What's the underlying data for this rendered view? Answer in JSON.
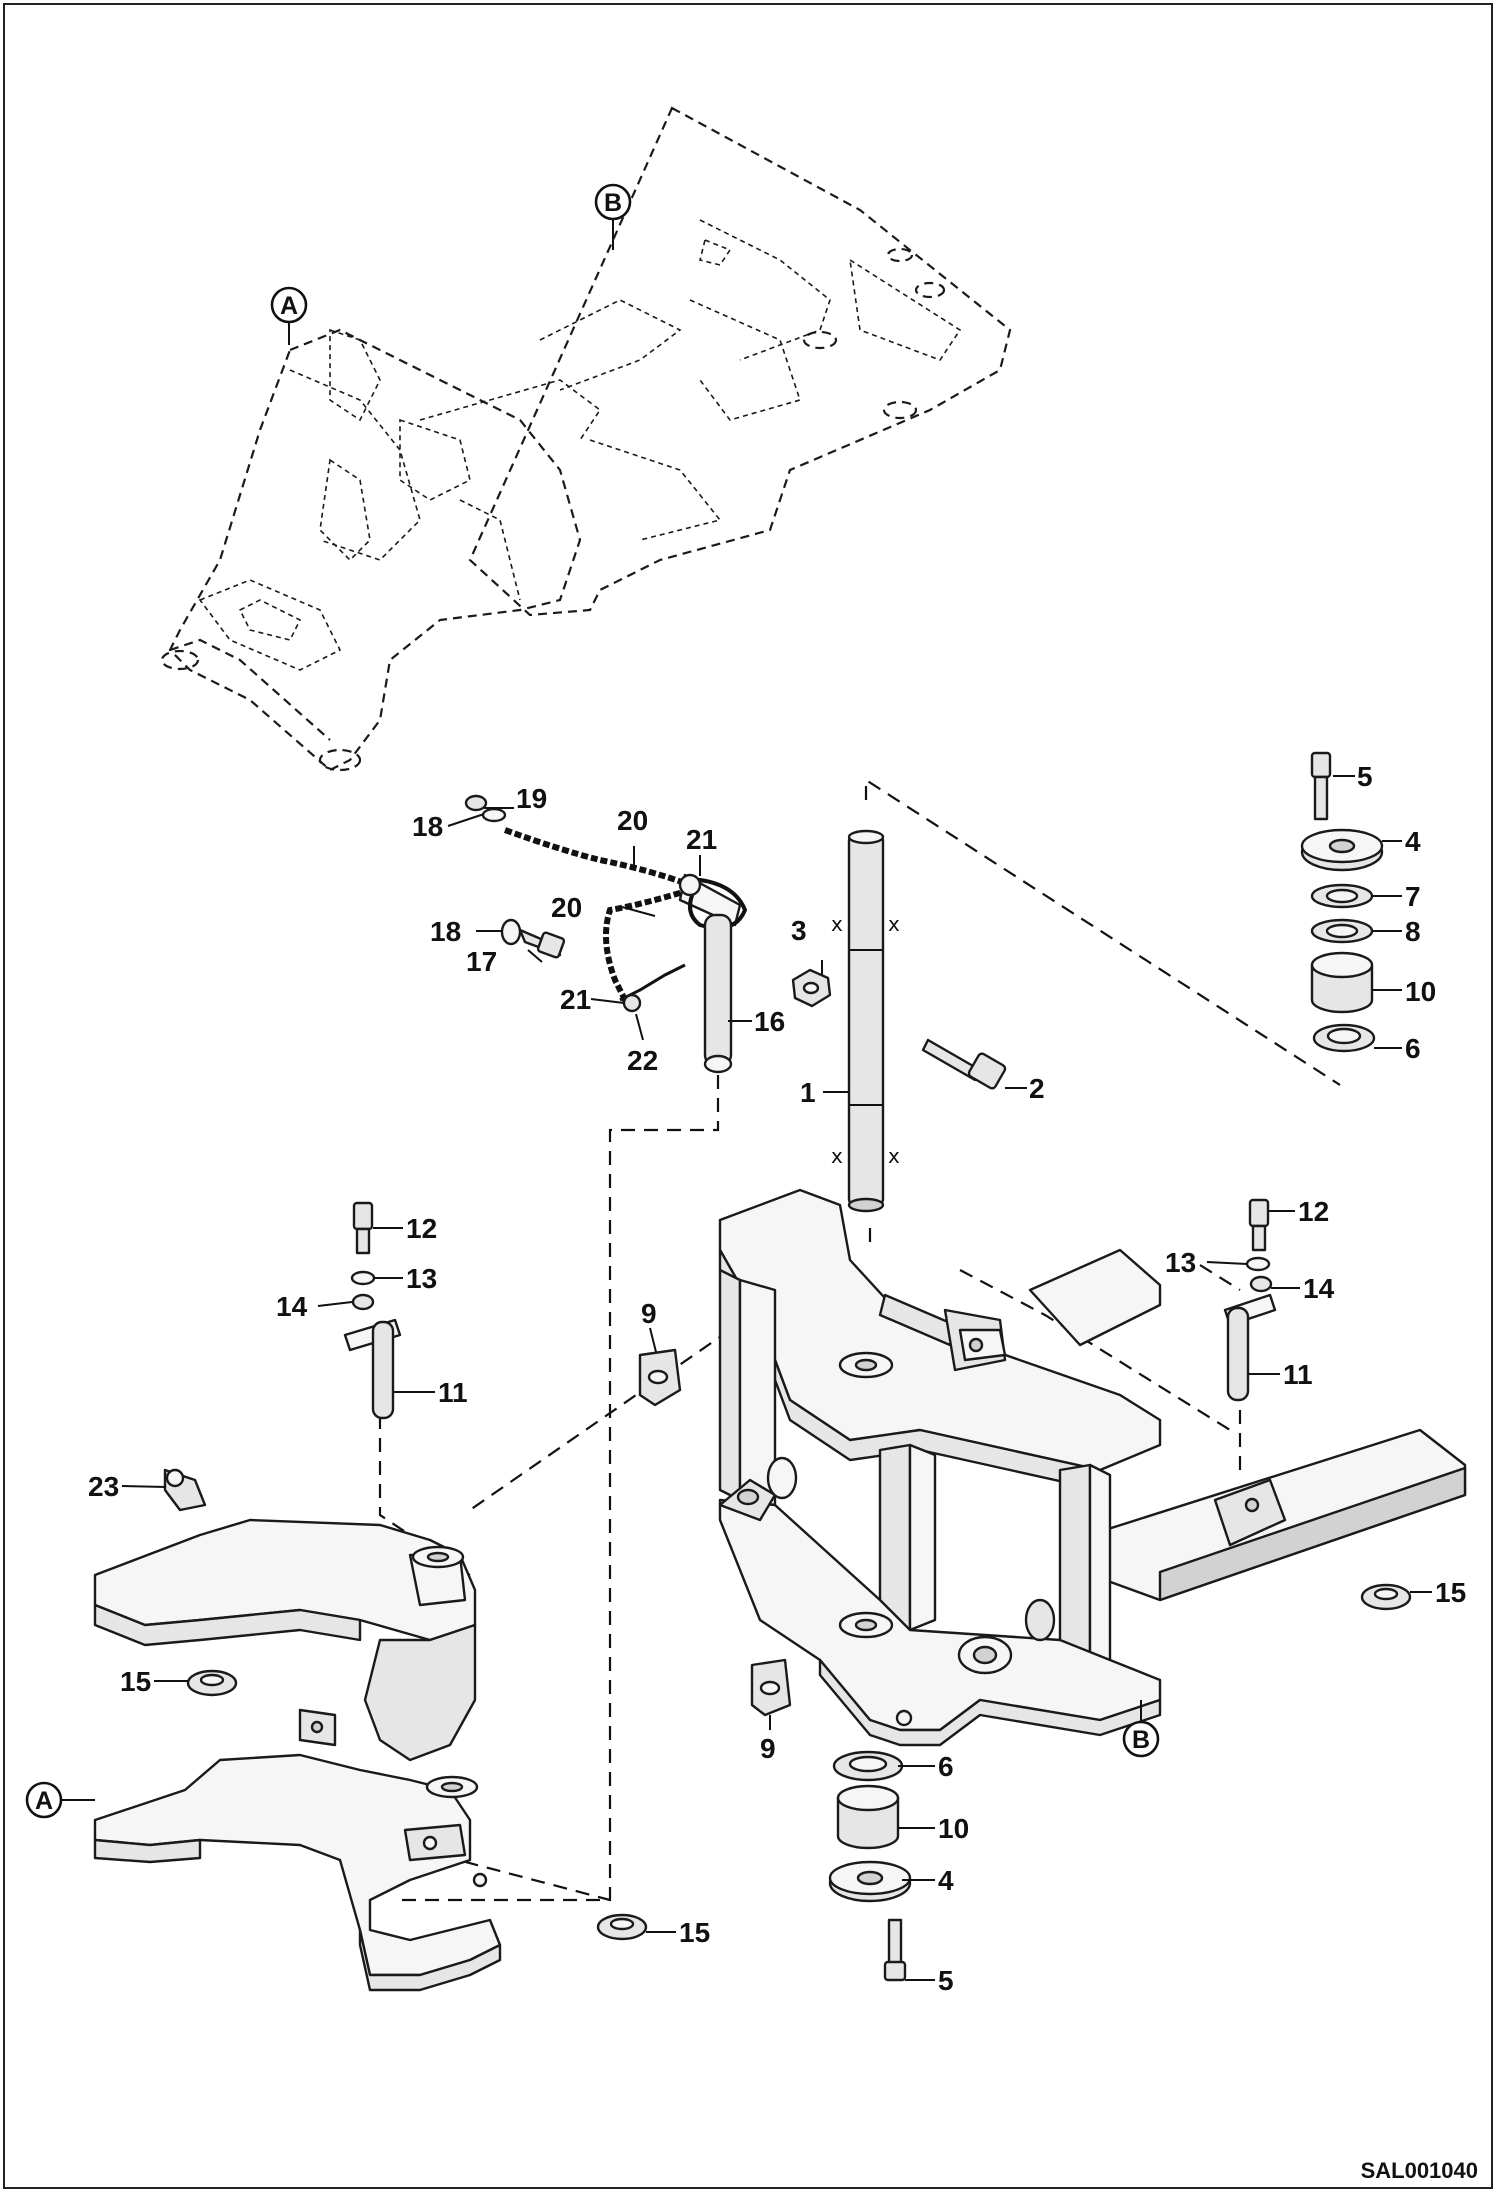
{
  "drawing_code": "SAL001040",
  "reference_markers": {
    "a": "A",
    "b": "B"
  },
  "callouts": {
    "c1": "1",
    "c2": "2",
    "c3": "3",
    "c4_top": "4",
    "c4_bottom": "4",
    "c5_top": "5",
    "c5_bottom": "5",
    "c6_top": "6",
    "c6_bottom": "6",
    "c7": "7",
    "c8": "8",
    "c9_upper": "9",
    "c9_lower": "9",
    "c10_top": "10",
    "c10_bottom": "10",
    "c11_left": "11",
    "c11_right": "11",
    "c12_left": "12",
    "c12_right": "12",
    "c13_left": "13",
    "c13_right": "13",
    "c14_left": "14",
    "c14_right": "14",
    "c15_left": "15",
    "c15_bottom": "15",
    "c15_right": "15",
    "c16": "16",
    "c17": "17",
    "c18_top": "18",
    "c18_mid": "18",
    "c19": "19",
    "c20_top": "20",
    "c20_mid": "20",
    "c21_top": "21",
    "c21_bottom": "21",
    "c22": "22",
    "c23": "23"
  },
  "assembly_marks": [
    "x",
    "x",
    "x",
    "x"
  ]
}
